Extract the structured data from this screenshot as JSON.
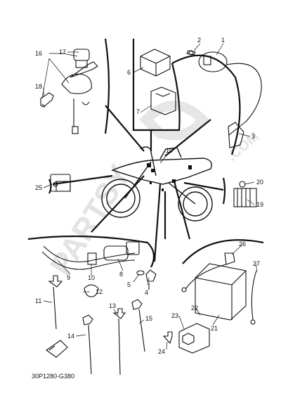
{
  "watermark": {
    "brand": "PARTSY",
    "domain": ".COM"
  },
  "diagram_code": "30P1280-G380",
  "callouts": [
    "1",
    "2",
    "3",
    "4",
    "5",
    "6",
    "7",
    "8",
    "9",
    "10",
    "10",
    "11",
    "12",
    "13",
    "14",
    "15",
    "16",
    "17",
    "18",
    "19",
    "20",
    "21",
    "22",
    "23",
    "24",
    "25",
    "26",
    "27"
  ]
}
